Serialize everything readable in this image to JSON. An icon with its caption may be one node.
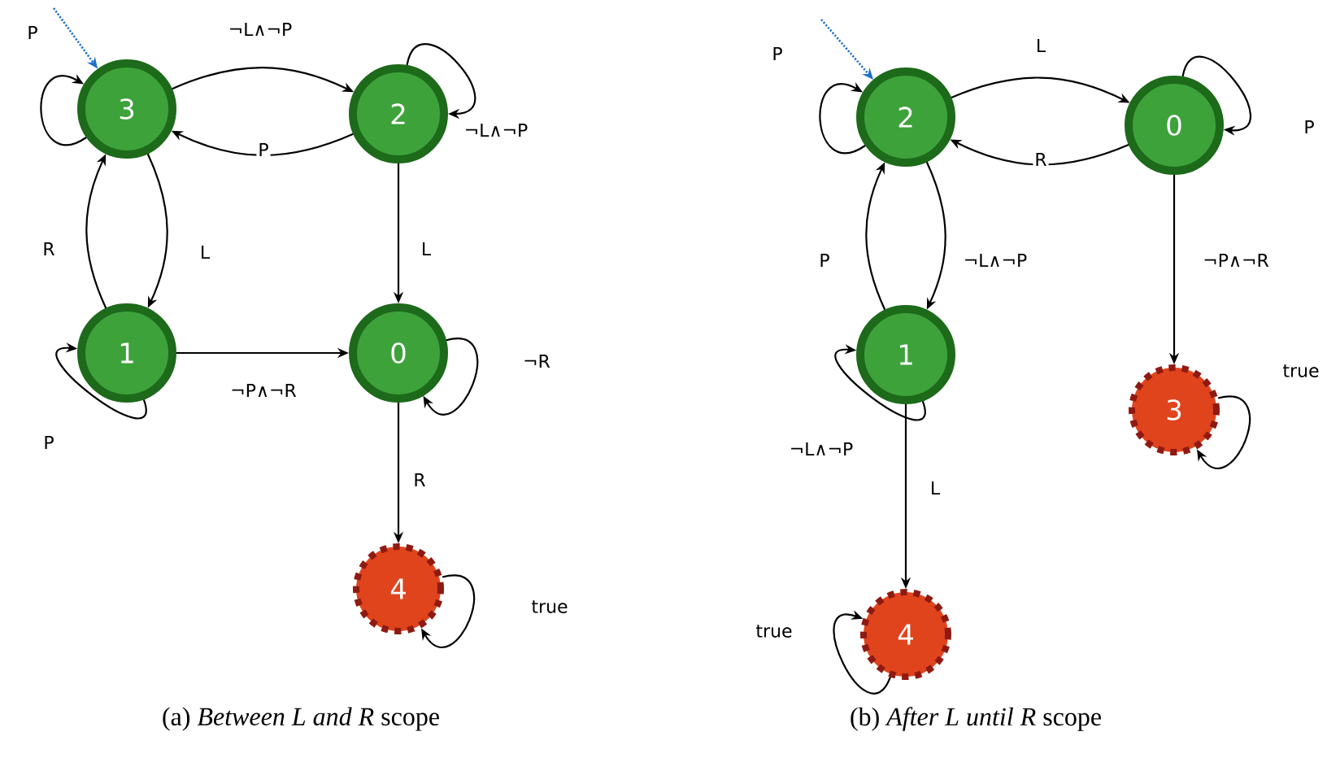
{
  "diagram": {
    "nodes": [
      {
        "text": [
          "3"
        ]
      },
      {
        "text": [
          "2"
        ]
      },
      {
        "text": [
          "1"
        ]
      },
      {
        "text": [
          "0"
        ]
      },
      {
        "text": [
          "4"
        ]
      },
      {
        "text": [
          "2"
        ]
      },
      {
        "text": [
          "0"
        ]
      },
      {
        "text": [
          "1"
        ]
      },
      {
        "text": [
          "3"
        ]
      },
      {
        "text": [
          "4"
        ]
      }
    ],
    "edges": [
      {
        "from": null,
        "to": 0,
        "arrow": "to",
        "style": "dashed",
        "color": "#1f6fc9"
      },
      {
        "from": 0,
        "to": 0,
        "arrow": "to",
        "label": "P"
      },
      {
        "from": 0,
        "to": 1,
        "arrow": "to",
        "label": "¬L∧¬P"
      },
      {
        "from": 1,
        "to": 0,
        "arrow": "to",
        "label": "P"
      },
      {
        "from": 1,
        "to": 1,
        "arrow": "to",
        "label": "¬L∧¬P"
      },
      {
        "from": 0,
        "to": 2,
        "arrow": "to",
        "label": "L"
      },
      {
        "from": 2,
        "to": 0,
        "arrow": "to",
        "label": "R"
      },
      {
        "from": 1,
        "to": 3,
        "arrow": "to",
        "label": "L"
      },
      {
        "from": 2,
        "to": 2,
        "arrow": "to",
        "label": "P"
      },
      {
        "from": 2,
        "to": 3,
        "arrow": "to",
        "label": "¬P∧¬R"
      },
      {
        "from": 3,
        "to": 3,
        "arrow": "to",
        "label": "¬R"
      },
      {
        "from": 3,
        "to": 4,
        "arrow": "to",
        "label": "R"
      },
      {
        "from": 4,
        "to": 4,
        "arrow": "to",
        "label": "true"
      },
      {
        "from": null,
        "to": 5,
        "arrow": "to",
        "style": "dashed",
        "color": "#1f6fc9"
      },
      {
        "from": 5,
        "to": 5,
        "arrow": "to",
        "label": "P"
      },
      {
        "from": 5,
        "to": 6,
        "arrow": "to",
        "label": "L"
      },
      {
        "from": 6,
        "to": 5,
        "arrow": "to",
        "label": "R"
      },
      {
        "from": 6,
        "to": 6,
        "arrow": "to",
        "label": "P"
      },
      {
        "from": 5,
        "to": 7,
        "arrow": "to",
        "label": "¬L∧¬P"
      },
      {
        "from": 7,
        "to": 5,
        "arrow": "to",
        "label": "P"
      },
      {
        "from": 7,
        "to": 7,
        "arrow": "to",
        "label": "¬L∧¬P"
      },
      {
        "from": 6,
        "to": 8,
        "arrow": "to",
        "label": "¬P∧¬R"
      },
      {
        "from": 8,
        "to": 8,
        "arrow": "to",
        "label": "true"
      },
      {
        "from": 7,
        "to": 9,
        "arrow": "to",
        "label": "L"
      },
      {
        "from": 9,
        "to": 9,
        "arrow": "to",
        "label": "true"
      }
    ],
    "labels": [
      "(a) *Between L and R* scope",
      "(b) *After L until R* scope"
    ]
  }
}
